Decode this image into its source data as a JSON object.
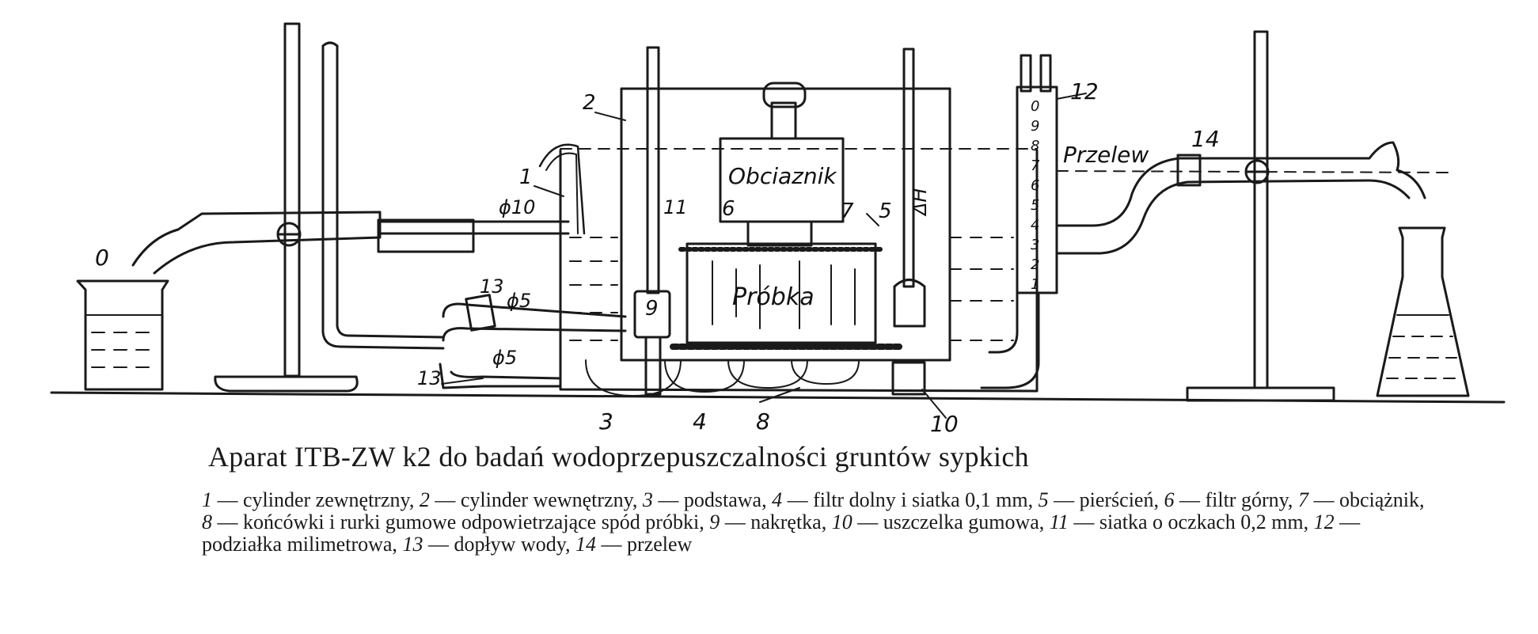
{
  "labels": {
    "drain": "0",
    "d10": "ϕ10",
    "d5a": "ϕ5",
    "d5b": "ϕ5",
    "n1": "1",
    "n2": "2",
    "n3": "3",
    "n4": "4",
    "n5": "5",
    "n6": "6",
    "n7": "7",
    "n8": "8",
    "n9": "9",
    "n10": "10",
    "n11": "11",
    "n12": "12",
    "n13a": "13",
    "n13b": "13",
    "n14": "14",
    "weight": "Obciaznik",
    "sample": "Próbka",
    "delta_h": "ΔH",
    "overflow": "Przelew"
  },
  "caption": {
    "title": "Aparat ITB-ZW k2 do badań wodoprzepuszczalności gruntów sypkich"
  },
  "legend": [
    {
      "num": "1",
      "text": " — cylinder zewnętrzny, "
    },
    {
      "num": "2",
      "text": " — cylinder wewnętrzny, "
    },
    {
      "num": "3",
      "text": " — podstawa, "
    },
    {
      "num": "4",
      "text": " — filtr dolny i siatka 0,1 mm, "
    },
    {
      "num": "5",
      "text": " — pierścień, "
    },
    {
      "num": "6",
      "text": " — filtr górny, "
    },
    {
      "num": "7",
      "text": " — obciążnik, "
    },
    {
      "num": "8",
      "text": " — końcówki i rurki gumowe odpowietrzające spód próbki, "
    },
    {
      "num": "9",
      "text": " — nakrętka, "
    },
    {
      "num": "10",
      "text": " — uszczelka gumowa, "
    },
    {
      "num": "11",
      "text": " — siatka o oczkach 0,2 mm, "
    },
    {
      "num": "12",
      "text": " — podziałka milimetrowa, "
    },
    {
      "num": "13",
      "text": " — dopływ wody, "
    },
    {
      "num": "14",
      "text": " — przelew"
    }
  ],
  "scale_marks": [
    "0",
    "9",
    "8",
    "7",
    "6",
    "5",
    "4",
    "3",
    "2",
    "1"
  ]
}
